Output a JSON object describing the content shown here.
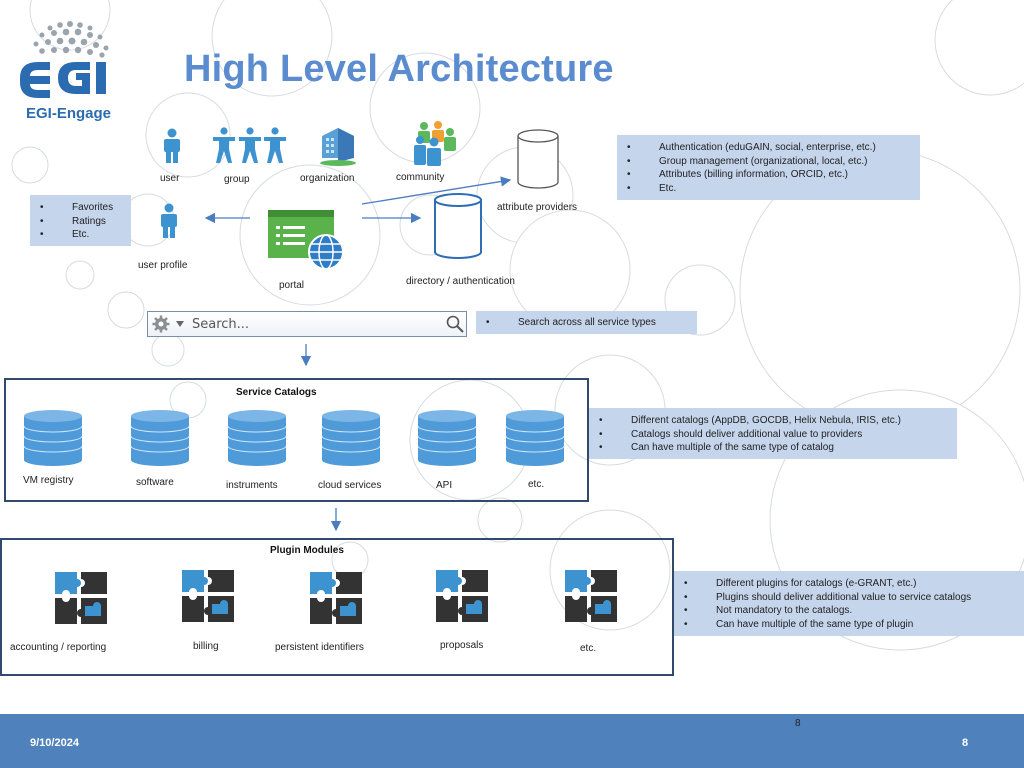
{
  "title": "High Level Architecture",
  "logo": {
    "mark": "egi",
    "name": "EGI-Engage",
    "color": "#2b6cb0"
  },
  "actors": {
    "user": "user",
    "group": "group",
    "organization": "organization",
    "community": "community",
    "user_profile": "user profile",
    "portal": "portal",
    "attribute_providers": "attribute providers",
    "directory_auth": "directory / authentication"
  },
  "profile_note": [
    "Favorites",
    "Ratings",
    "Etc."
  ],
  "auth_note": [
    "Authentication (eduGAIN, social, enterprise, etc.)",
    "Group management (organizational, local, etc.)",
    "Attributes (billing information, ORCID, etc.)",
    "Etc."
  ],
  "search": {
    "placeholder": "Search...",
    "note": "Search across all service types"
  },
  "catalogs": {
    "title": "Service Catalogs",
    "items": [
      "VM registry",
      "software",
      "instruments",
      "cloud services",
      "API",
      "etc."
    ],
    "note": [
      "Different catalogs (AppDB, GOCDB, Helix Nebula, IRIS, etc.)",
      "Catalogs should deliver additional value to providers",
      "Can have multiple of the same type of catalog"
    ]
  },
  "plugins": {
    "title": "Plugin Modules",
    "items": [
      "accounting / reporting",
      "billing",
      "persistent identifiers",
      "proposals",
      "etc."
    ],
    "note": [
      "Different plugins for catalogs (e-GRANT, etc.)",
      "Plugins should deliver additional value to service catalogs",
      "Not mandatory to the catalogs.",
      "Can have multiple of the same type of plugin"
    ]
  },
  "footer": {
    "date": "9/10/2024",
    "page_center": "8",
    "page_right": "8"
  },
  "colors": {
    "accent": "#5b8ccf",
    "note_bg": "#c5d5ec",
    "cylinder": "#4f9bd9",
    "footer": "#4f81bd"
  }
}
